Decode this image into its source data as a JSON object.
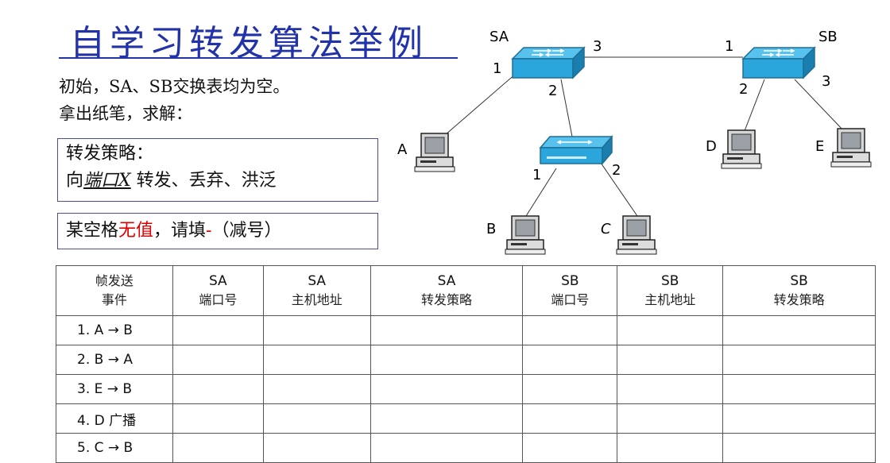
{
  "title": "自学习转发算法举例",
  "intro": {
    "line1": "初始，SA、SB交换表均为空。",
    "line2": "拿出纸笔，求解："
  },
  "strategy_box": {
    "label": "转发策略：",
    "prefix": "向",
    "port": "端口X",
    "rest": " 转发、丢弃、洪泛"
  },
  "note_box": {
    "prefix": "某空格",
    "red_text": "无值",
    "mid": "，请填",
    "dash": "-",
    "suffix": "（减号）"
  },
  "diagram": {
    "switch_sa": "SA",
    "switch_sb": "SB",
    "hosts": {
      "a": "A",
      "b": "B",
      "c": "C",
      "d": "D",
      "e": "E"
    },
    "ports": {
      "sa_1": "1",
      "sa_2": "2",
      "sa_3": "3",
      "sb_1": "1",
      "sb_2": "2",
      "sb_3": "3",
      "hub_1": "1",
      "hub_2": "2"
    }
  },
  "table": {
    "headers": [
      {
        "top": "帧发送",
        "sub": "事件"
      },
      {
        "top": "SA",
        "sub": "端口号"
      },
      {
        "top": "SA",
        "sub": "主机地址"
      },
      {
        "top": "SA",
        "sub": "转发策略"
      },
      {
        "top": "SB",
        "sub": "端口号"
      },
      {
        "top": "SB",
        "sub": "主机地址"
      },
      {
        "top": "SB",
        "sub": "转发策略"
      }
    ],
    "rows": [
      {
        "event": "1. A → B"
      },
      {
        "event": "2. B → A"
      },
      {
        "event": "3. E → B"
      },
      {
        "event": "4. D 广播"
      },
      {
        "event": "5. C → B"
      }
    ]
  }
}
